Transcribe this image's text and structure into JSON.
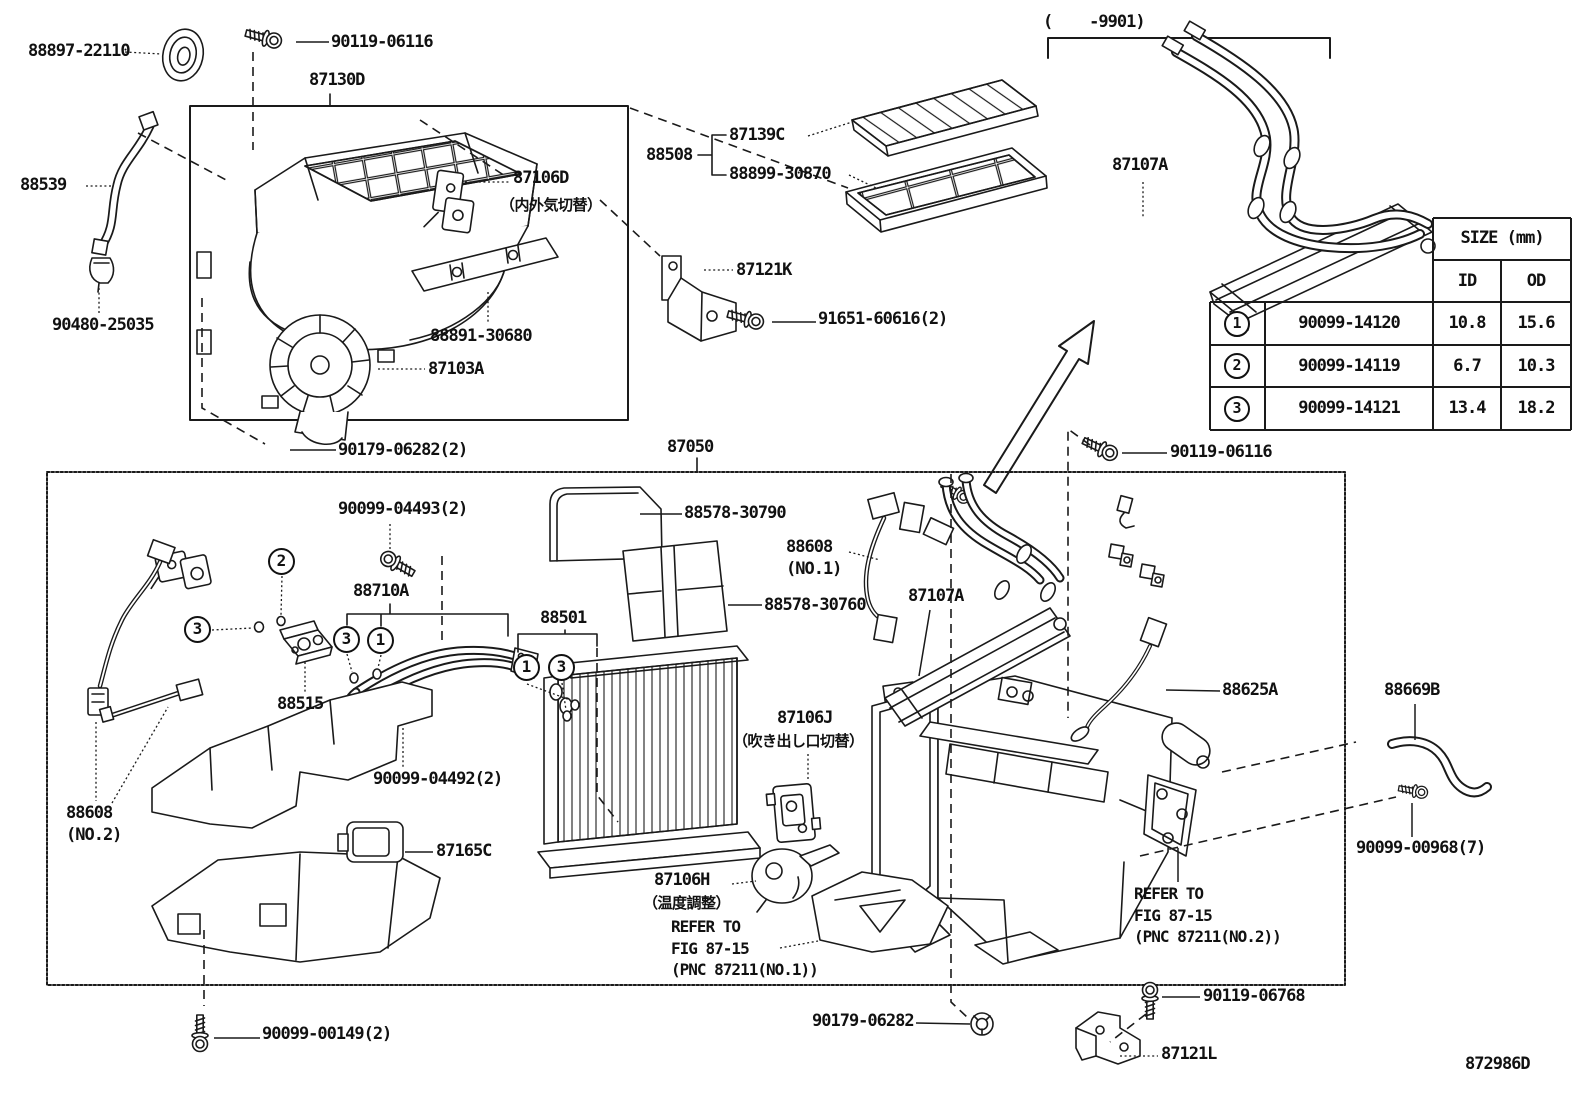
{
  "figure_code": "872986D",
  "date_range": "(    -9901)",
  "callouts": {
    "one": "1",
    "two": "2",
    "three": "3"
  },
  "labels": {
    "grommet": "88897-22110",
    "screw_top": "90119-06116",
    "blower_assy": "87130D",
    "hose": "88539",
    "servo_d": "87106D",
    "servo_d_ja": "（内外気切替）",
    "clip_90480": "90480-25035",
    "plate": "88891-30680",
    "blower_motor": "87103A",
    "nut_90179_2": "90179-06282(2)",
    "filter": "87139C",
    "filter_assy": "88508",
    "filter_case": "88899-30870",
    "bracket_k": "87121K",
    "screw_91651": "91651-60616(2)",
    "heater_core_top": "87107A",
    "screw_right": "90119-06116",
    "unit_assy": "87050",
    "shield": "88578-30790",
    "harness_no1": "88608",
    "harness_no1_sub": "(NO.1)",
    "filter_30760": "88578-30760",
    "heater_core": "87107A",
    "bolt_04493": "90099-04493(2)",
    "pipe_assy": "88710A",
    "evaporator": "88501",
    "valve": "88515",
    "bolt_04492": "90099-04492(2)",
    "harness_no2": "88608",
    "harness_no2_sub": "(NO.2)",
    "amplifier": "87165C",
    "servo_j": "87106J",
    "servo_j_ja": "（吹き出し口切替）",
    "servo_h": "87106H",
    "servo_h_ja": "（温度調整）",
    "refer1_l1": "REFER TO",
    "refer1_l2": "FIG 87-15",
    "refer1_l3": "(PNC 87211(NO.1))",
    "thermistor": "88625A",
    "hose_b": "88669B",
    "screw_00968": "90099-00968(7)",
    "refer2_l1": "REFER TO",
    "refer2_l2": "FIG 87-15",
    "refer2_l3": "(PNC 87211(NO.2))",
    "screw_00149": "90099-00149(2)",
    "grommet_90179": "90179-06282",
    "screw_06768": "90119-06768",
    "bracket_l": "87121L"
  },
  "size_table": {
    "title": "SIZE (mm)",
    "col_id": "ID",
    "col_od": "OD",
    "rows": [
      {
        "no": "1",
        "part": "90099-14120",
        "id": "10.8",
        "od": "15.6"
      },
      {
        "no": "2",
        "part": "90099-14119",
        "id": "6.7",
        "od": "10.3"
      },
      {
        "no": "3",
        "part": "90099-14121",
        "id": "13.4",
        "od": "18.2"
      }
    ]
  }
}
